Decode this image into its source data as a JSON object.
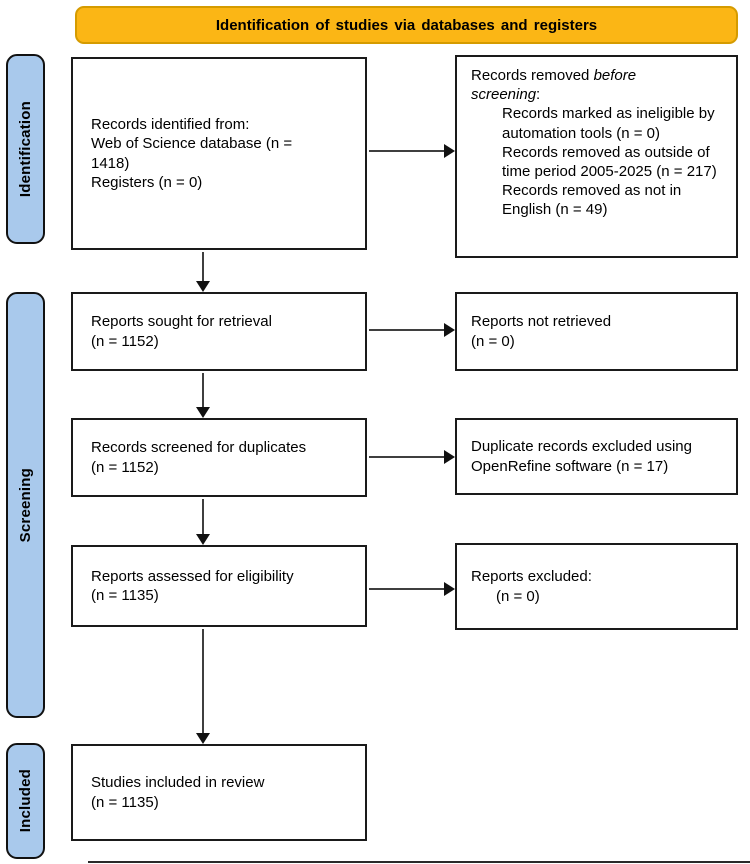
{
  "banner": {
    "title": "Identification of studies via databases and registers"
  },
  "colors": {
    "banner-bg": "#FBB615",
    "banner-border": "#D59B00",
    "stage-bg": "#A9C9EC",
    "box-border": "#1a1a1a",
    "arrow": "#3f3f3f"
  },
  "stages": {
    "identification": "Identification",
    "screening": "Screening",
    "included": "Included"
  },
  "boxes": {
    "records_identified": {
      "line1": "Records identified from:",
      "line2": "Web of Science database (n = 1418)",
      "line3": "Registers (n = 0)"
    },
    "records_removed": {
      "title_prefix": "Records removed ",
      "title_italic": "before screening",
      "title_suffix": ":",
      "items": [
        "Records marked as ineligible by automation tools (n = 0)",
        "Records removed as outside of time period 2005-2025 (n = 217)",
        "Records removed as not in English (n = 49)"
      ]
    },
    "reports_sought": {
      "line1": "Reports sought for retrieval",
      "line2": "(n = 1152)"
    },
    "reports_not_retrieved": {
      "line1": "Reports not retrieved",
      "line2": "(n = 0)"
    },
    "records_screened": {
      "line1": "Records screened for duplicates",
      "line2": "(n = 1152)"
    },
    "duplicates_excluded": {
      "line1": "Duplicate records excluded using",
      "line2": "OpenRefine software (n = 17)"
    },
    "reports_assessed": {
      "line1": "Reports assessed for eligibility",
      "line2": "(n = 1135)"
    },
    "reports_excluded": {
      "title": "Reports excluded:",
      "count": "(n = 0)"
    },
    "studies_included": {
      "line1": "Studies included in review",
      "line2": "(n = 1135)"
    }
  }
}
